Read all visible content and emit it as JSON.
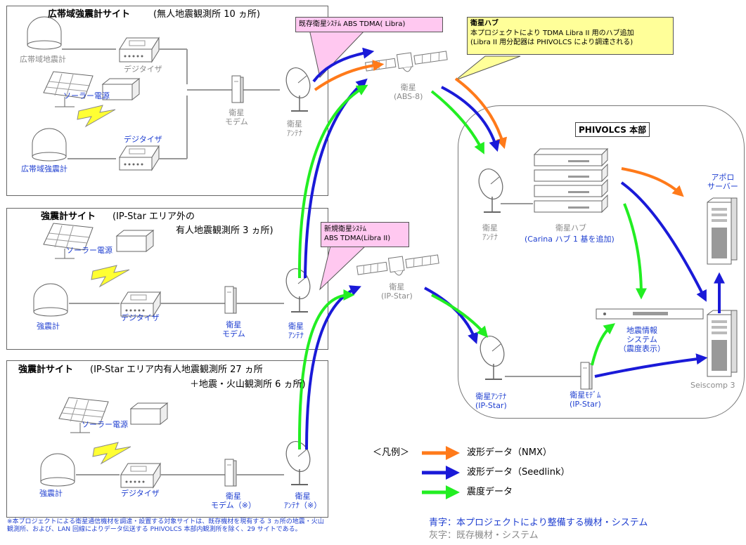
{
  "site1": {
    "title_bold": "広帯域強震計サイト",
    "title_rest": "(無人地震観測所 10 ヵ所)",
    "existing_seismometer": "広帯域地震計",
    "existing_digitizer": "デジタイザ",
    "solar": "ソーラー電源",
    "new_digitizer": "デジタイザ",
    "new_seismometer": "広帯域強震計",
    "modem": "衛星\nモデム",
    "antenna": "衛星\nｱﾝﾃﾅ"
  },
  "site2": {
    "title_bold": "強震計サイト",
    "title_rest": "(IP-Star エリア外の",
    "title_line2": "有人地震観測所 3 ヵ所)",
    "solar": "ソーラー電源",
    "seismometer": "強震計",
    "digitizer": "デジタイザ",
    "modem": "衛星\nモデム",
    "antenna": "衛星\nｱﾝﾃﾅ"
  },
  "site3": {
    "title_bold": "強震計サイト",
    "title_rest": "(IP-Star エリア内有人地震観測所 27 ヵ所",
    "title_line2": "＋地震・火山観測所 6 ヵ所)",
    "solar": "ソーラー電源",
    "seismometer": "強震計",
    "digitizer": "デジタイザ",
    "modem": "衛星\nモデム（※）",
    "antenna": "衛星\nｱﾝﾃﾅ（※）"
  },
  "footnote": "※本プロジェクトによる衛星通信機材を調達・設置する対象サイトは、既存機材を現有する 3 ヵ所の地震・火山観測所、および、LAN 回線によりデータ伝送する PHIVOLCS 本部内観測所を除く、29 サイトである。",
  "callout_existing": "既存衛星ｼｽﾃﾑ ABS TDMA( Libra)",
  "callout_new": "新規衛星ｼｽﾃﾑ\nABS TDMA(Libra II)",
  "callout_hub": {
    "title": "衛星ハブ",
    "body": "本プロジェクトにより TDMA Libra II 用のハブ追加\n(Libra II 用分配器は PHIVOLCS により調達される)"
  },
  "satellite_abs8": "衛星\n(ABS-8)",
  "satellite_ipstar": "衛星\n(IP-Star)",
  "hq": {
    "title": "PHIVOLCS 本部",
    "antenna": "衛星\nｱﾝﾃﾅ",
    "hub": "衛星ハブ",
    "hub_added": "(Carina ハブ 1 基を追加)",
    "apollo": "アポロ\nサーバー",
    "intensity_system": "地震情報\nシステム\n（震度表示）",
    "ipstar_antenna": "衛星ｱﾝﾃﾅ\n(IP-Star)",
    "ipstar_modem": "衛星ﾓﾃﾞﾑ\n(IP-Star)",
    "seiscomp": "Seiscomp 3"
  },
  "legend": {
    "title": "＜凡例＞",
    "items": [
      {
        "label": "波形データ（NMX）",
        "color": "#ff7a1a"
      },
      {
        "label": "波形データ（Seedlink）",
        "color": "#1a1ad8"
      },
      {
        "label": "震度データ",
        "color": "#22ee22"
      }
    ],
    "note_blue": "青字：本プロジェクトにより整備する機材・システム",
    "note_gray": "灰字：既存機材・システム"
  },
  "colors": {
    "nmx": "#ff7a1a",
    "seedlink": "#1a1ad8",
    "intensity": "#22ee22",
    "callout_pink": "#ffc8f0",
    "callout_yellow": "#ffff99"
  }
}
